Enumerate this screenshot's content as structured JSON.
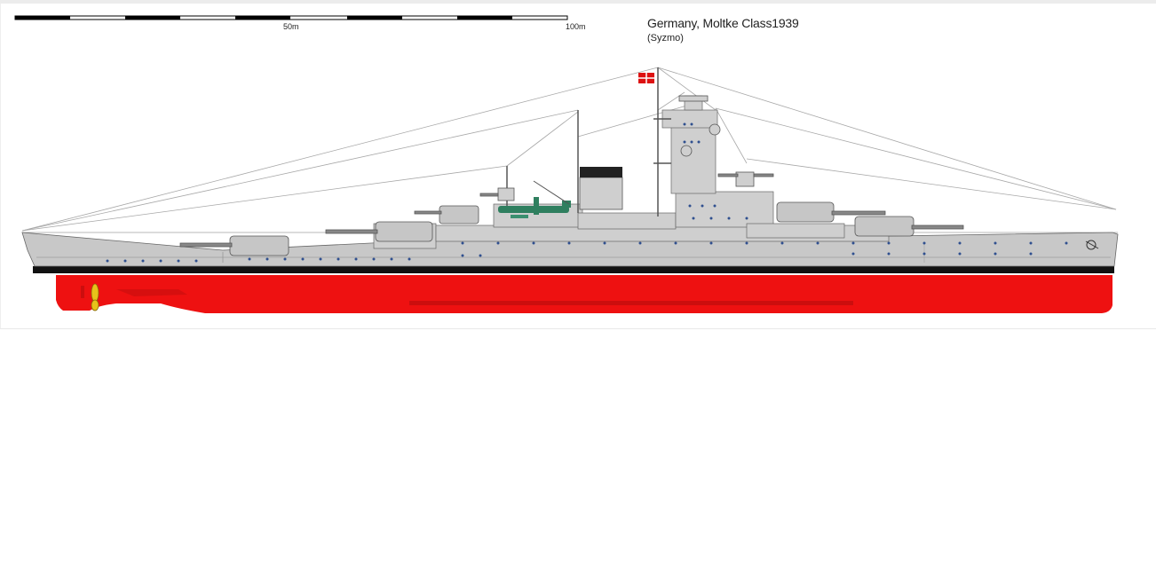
{
  "image": {
    "title": "Germany, Moltke Class1939",
    "credit": "(Syzmo)",
    "scale": {
      "label_mid": "50m",
      "label_end": "100m"
    },
    "colors": {
      "hull_grey": "#c8c8c8",
      "superstructure_grey": "#cfcfcf",
      "waterline_black": "#111111",
      "bottom_red": "#ee1111",
      "propeller_yellow": "#e8c21a",
      "porthole_blue": "#2f4f8f",
      "aircraft_green": "#2f7f5f",
      "rigging_grey": "#a0a0a0"
    },
    "icons": [
      "war-ensign-flag",
      "propeller",
      "aircraft"
    ]
  }
}
